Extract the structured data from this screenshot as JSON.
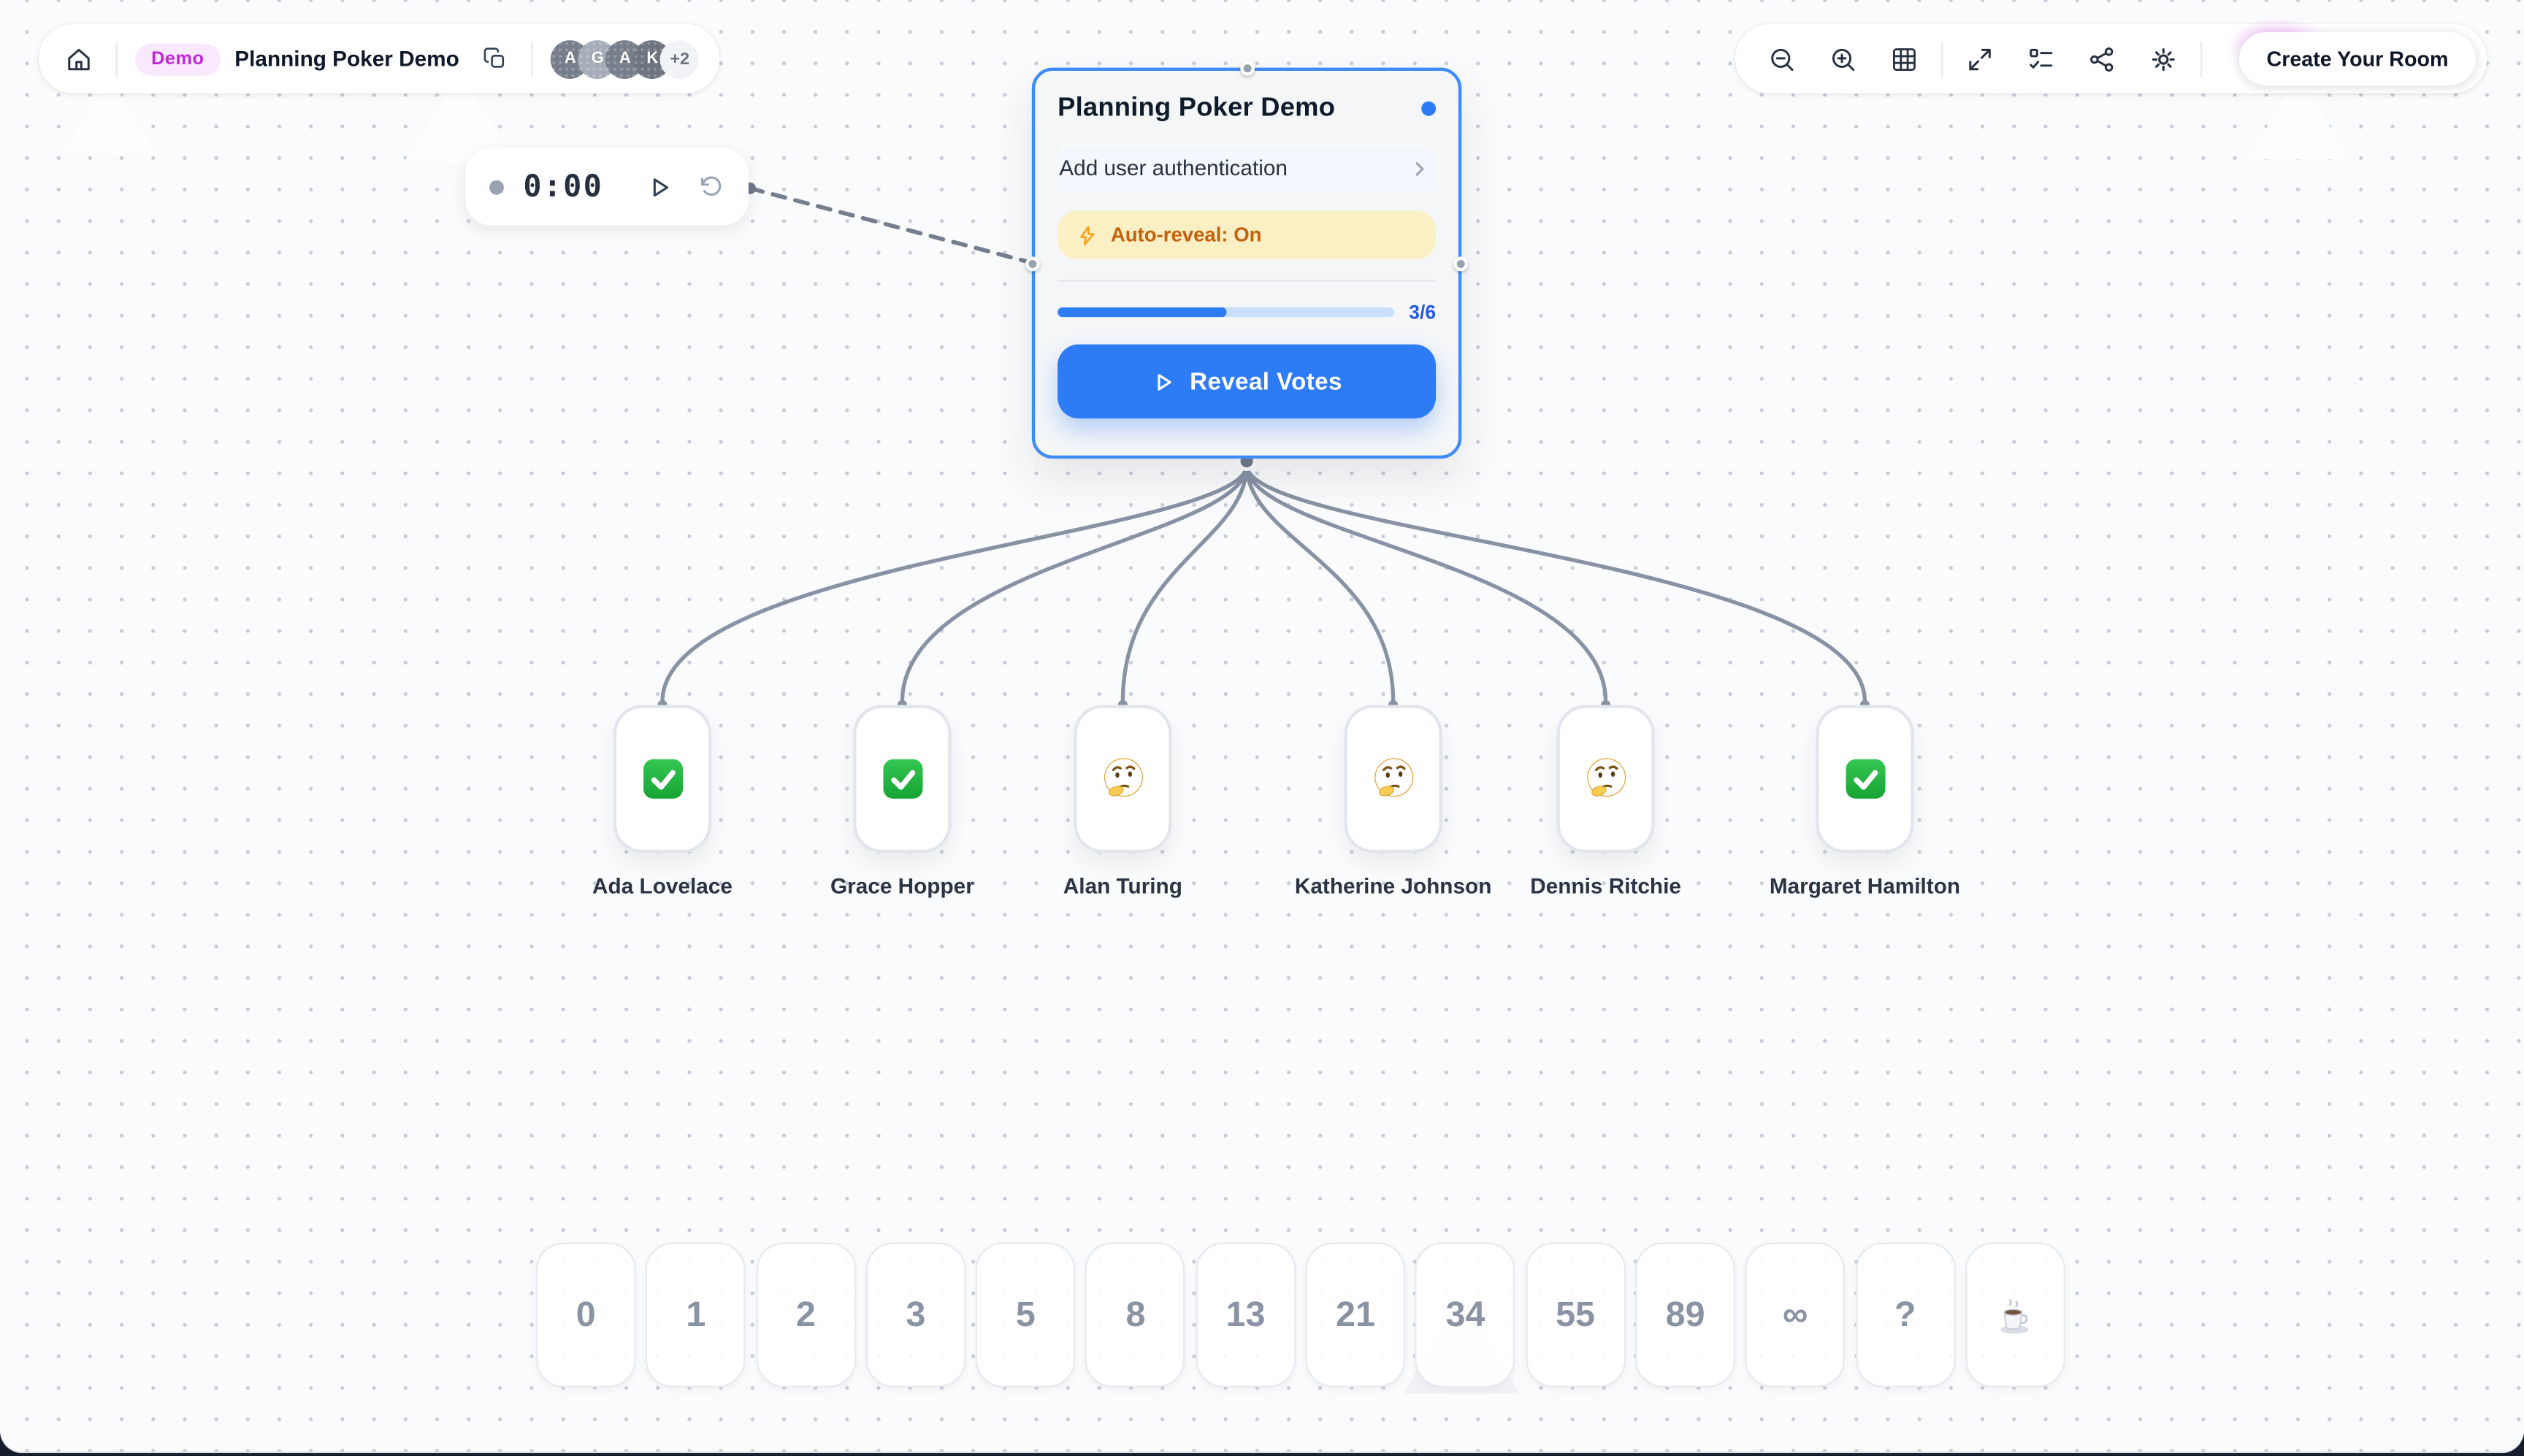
{
  "header": {
    "badge": "Demo",
    "title": "Planning Poker Demo",
    "avatars": [
      "A",
      "G",
      "A",
      "K"
    ],
    "avatar_overflow": "+2",
    "icons": [
      "home-icon",
      "copy-icon"
    ]
  },
  "toolbar": {
    "icons": [
      "zoom-out-icon",
      "zoom-in-icon",
      "grid-icon",
      "fit-view-icon",
      "checklist-icon",
      "share-icon",
      "settings-icon"
    ],
    "create_button": "Create Your Room"
  },
  "timer": {
    "value": "0:00",
    "icons": [
      "record-dot",
      "play-icon",
      "reset-icon"
    ]
  },
  "story_card": {
    "title": "Planning Poker Demo",
    "story": "Add user authentication",
    "auto_reveal": "Auto-reveal: On",
    "progress_current": 3,
    "progress_total": 6,
    "progress_label": "3/6",
    "reveal_button": "Reveal Votes"
  },
  "participants": [
    {
      "name": "Ada Lovelace",
      "status": "voted"
    },
    {
      "name": "Grace Hopper",
      "status": "voted"
    },
    {
      "name": "Alan Turing",
      "status": "thinking"
    },
    {
      "name": "Katherine Johnson",
      "status": "thinking"
    },
    {
      "name": "Dennis Ritchie",
      "status": "thinking"
    },
    {
      "name": "Margaret Hamilton",
      "status": "voted"
    }
  ],
  "voting": {
    "cards": [
      "0",
      "1",
      "2",
      "3",
      "5",
      "8",
      "13",
      "21",
      "34",
      "55",
      "89",
      "∞",
      "?",
      "☕"
    ]
  },
  "colors": {
    "accent": "#2E7BF6",
    "selection_border": "#3E8BFC",
    "warning_bg": "#FBEFC4",
    "warning_text": "#C4610A",
    "badge_bg": "#FAE8FF",
    "badge_text": "#C026D3",
    "connector": "#8792A4"
  }
}
